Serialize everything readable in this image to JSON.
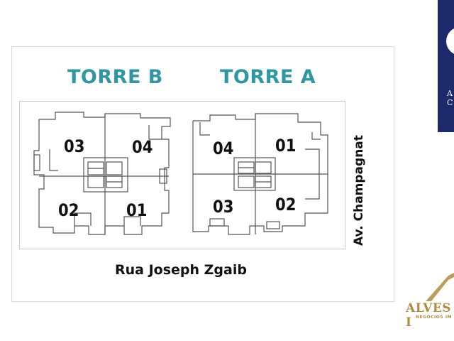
{
  "towers": {
    "b": {
      "title": "TORRE B",
      "units": [
        "03",
        "04",
        "02",
        "01"
      ]
    },
    "a": {
      "title": "TORRE A",
      "units": [
        "04",
        "01",
        "03",
        "02"
      ]
    }
  },
  "streets": {
    "bottom": "Rua Joseph Zgaib",
    "side": "Av. Champagnat"
  },
  "brand": {
    "panel_letters": [
      "A",
      "C"
    ],
    "logo_text": "ALVES I",
    "logo_sub": "NEGÓCIOS IM",
    "panel_color": "#1c2a6b",
    "accent_color": "#2f96a6",
    "logo_color": "#b08d3e"
  }
}
